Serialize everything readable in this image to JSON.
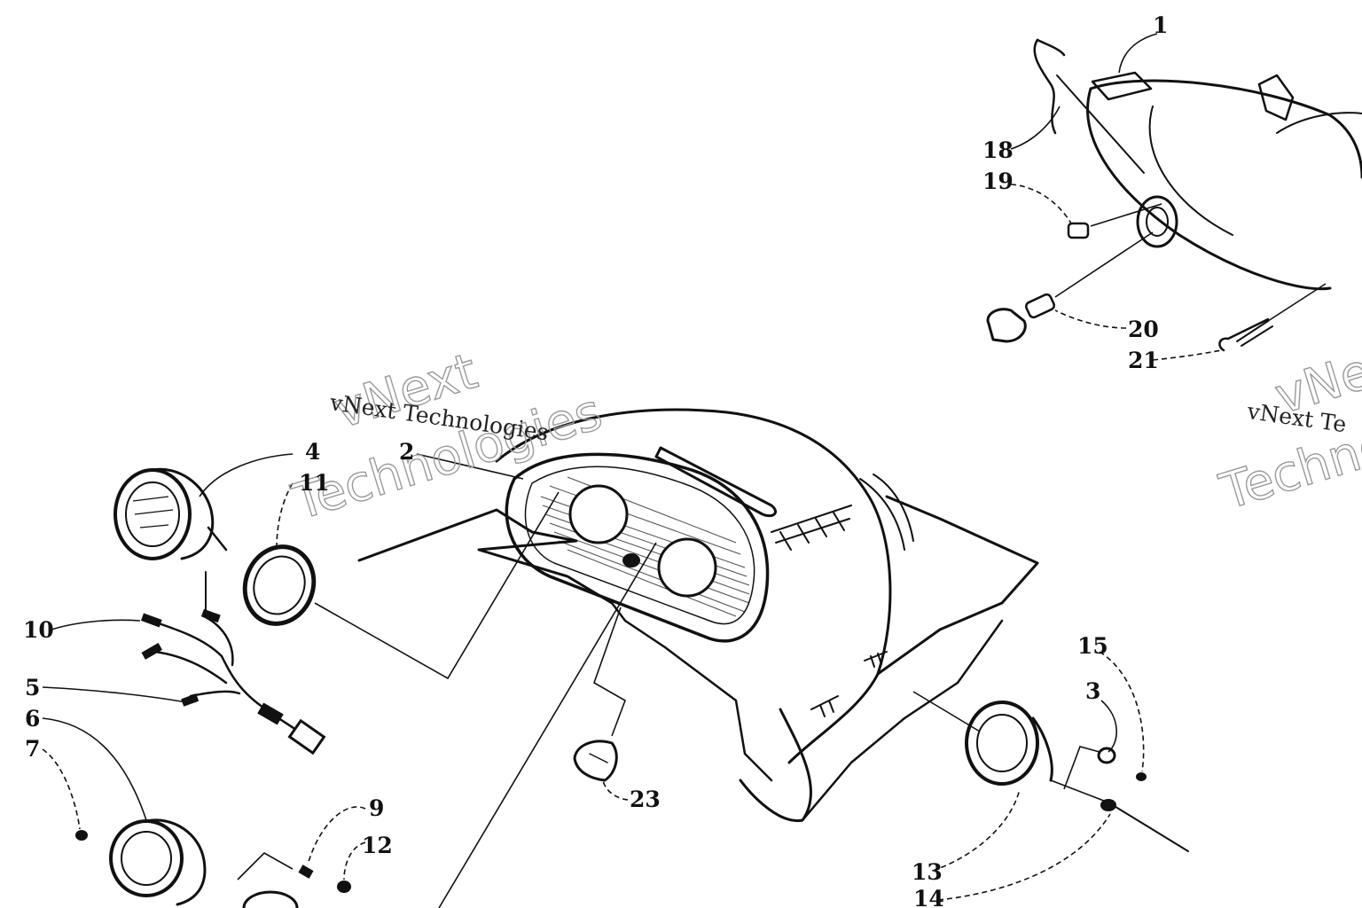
{
  "watermark": {
    "line1": "vNext",
    "line2": "Technologies",
    "caption": "vNext Technologies",
    "caption_cut": "vNext Te",
    "line1_cut": "vNe",
    "line2_cut": "Techno"
  },
  "callouts": {
    "c1": "1",
    "c2": "2",
    "c3": "3",
    "c4": "4",
    "c5": "5",
    "c6": "6",
    "c7": "7",
    "c9": "9",
    "c10": "10",
    "c11": "11",
    "c12": "12",
    "c13": "13",
    "c14": "14",
    "c15": "15",
    "c18": "18",
    "c19": "19",
    "c20": "20",
    "c21": "21",
    "c23": "23"
  }
}
